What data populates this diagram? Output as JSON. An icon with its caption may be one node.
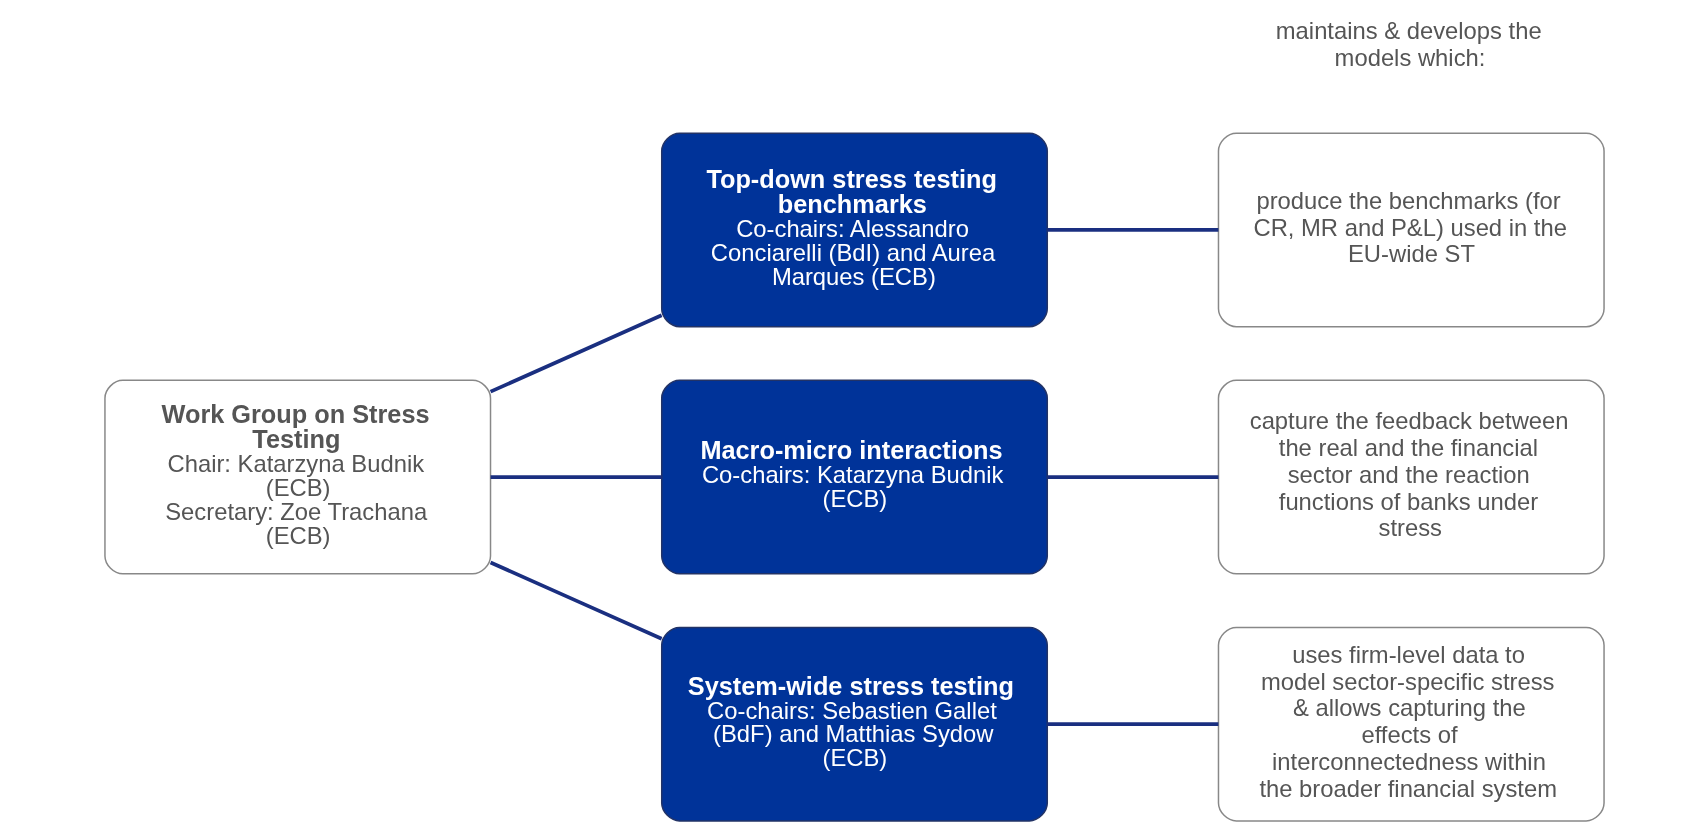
{
  "diagram": {
    "nodes": [
      {
        "text": [
          "Work Group on Stress Testing",
          "Chair: Katarzyna Budnik (ECB)",
          "Secretary: Zoe Trachana (ECB)"
        ]
      },
      {
        "text": [
          "Top-down stress testing benchmarks",
          "Co-chairs: Alessandro Conciarelli (BdI) and Aurea Marques (ECB)"
        ]
      },
      {
        "text": [
          "Macro-micro interactions",
          "Co-chairs: Katarzyna Budnik (ECB)"
        ]
      },
      {
        "text": [
          "System-wide stress testing",
          "Co-chairs: Sebastien Gallet (BdF) and Matthias Sydow (ECB)"
        ]
      },
      {
        "text": [
          "produce the benchmarks (for CR, MR and P&L) used in the EU-wide ST"
        ]
      },
      {
        "text": [
          "capture the feedback between the real and the financial sector and the reaction functions of banks under stress"
        ]
      },
      {
        "text": [
          "uses firm-level data to model sector-specific stress & allows capturing the effects of interconnectedness within the broader financial system"
        ]
      }
    ],
    "edges": [
      {
        "from": 0,
        "to": 1,
        "arrow": "none"
      },
      {
        "from": 0,
        "to": 2,
        "arrow": "none"
      },
      {
        "from": 0,
        "to": 3,
        "arrow": "none"
      },
      {
        "from": 1,
        "to": 4,
        "arrow": "none"
      },
      {
        "from": 2,
        "to": 5,
        "arrow": "none"
      },
      {
        "from": 3,
        "to": 6,
        "arrow": "none"
      }
    ],
    "labels": [
      "maintains & develops the models which:"
    ]
  }
}
